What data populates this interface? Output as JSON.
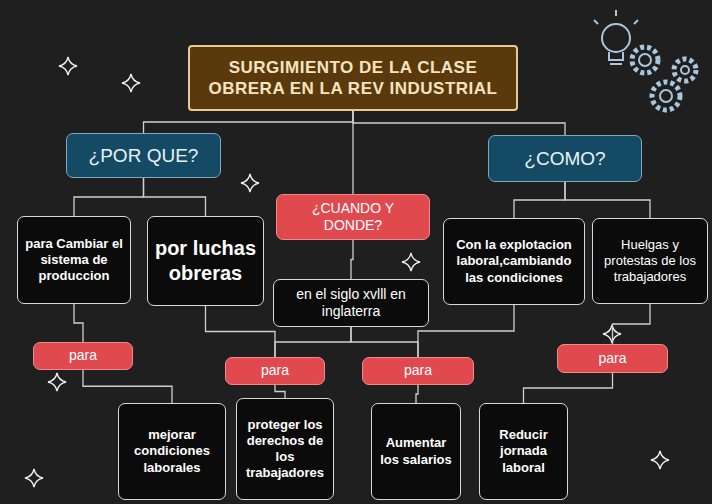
{
  "diagram": {
    "nodes": [
      {
        "text": [
          "SURGIMIENTO DE LA CLASE OBRERA EN LA REV INDUSTRIAL"
        ]
      },
      {
        "text": [
          "¿POR QUE?"
        ]
      },
      {
        "text": [
          "¿COMO?"
        ]
      },
      {
        "text": [
          "¿CUANDO Y DONDE?"
        ]
      },
      {
        "text": [
          "para Cambiar  el sistema de produccion"
        ]
      },
      {
        "text": [
          "por luchas obreras"
        ]
      },
      {
        "text": [
          "Con la explotacion laboral,cambiando las condiciones"
        ]
      },
      {
        "text": [
          "Huelgas y protestas de los trabajadores"
        ]
      },
      {
        "text": [
          "en el siglo xvlll en inglaterra"
        ]
      },
      {
        "text": [
          "para"
        ]
      },
      {
        "text": [
          "para"
        ]
      },
      {
        "text": [
          "para"
        ]
      },
      {
        "text": [
          "para"
        ]
      },
      {
        "text": [
          "mejorar condiciones laborales"
        ]
      },
      {
        "text": [
          "proteger los derechos de los trabajadores"
        ]
      },
      {
        "text": [
          "Aumentar los salarios"
        ]
      },
      {
        "text": [
          "Reducir jornada laboral"
        ]
      }
    ],
    "edges": [
      {
        "from": 0,
        "to": 1,
        "arrow": "none"
      },
      {
        "from": 0,
        "to": 2,
        "arrow": "none"
      },
      {
        "from": 0,
        "to": 3,
        "arrow": "none"
      },
      {
        "from": 1,
        "to": 4,
        "arrow": "none"
      },
      {
        "from": 1,
        "to": 5,
        "arrow": "none"
      },
      {
        "from": 2,
        "to": 6,
        "arrow": "none"
      },
      {
        "from": 2,
        "to": 7,
        "arrow": "none"
      },
      {
        "from": 3,
        "to": 8,
        "arrow": "none"
      },
      {
        "from": 4,
        "to": 9,
        "arrow": "none"
      },
      {
        "from": 5,
        "to": 10,
        "arrow": "none"
      },
      {
        "from": 6,
        "to": 11,
        "arrow": "none"
      },
      {
        "from": 7,
        "to": 12,
        "arrow": "none"
      },
      {
        "from": 8,
        "to": 10,
        "arrow": "none"
      },
      {
        "from": 8,
        "to": 11,
        "arrow": "none"
      },
      {
        "from": 9,
        "to": 13,
        "arrow": "none"
      },
      {
        "from": 10,
        "to": 14,
        "arrow": "none"
      },
      {
        "from": 11,
        "to": 15,
        "arrow": "none"
      },
      {
        "from": 12,
        "to": 16,
        "arrow": "none"
      }
    ]
  }
}
